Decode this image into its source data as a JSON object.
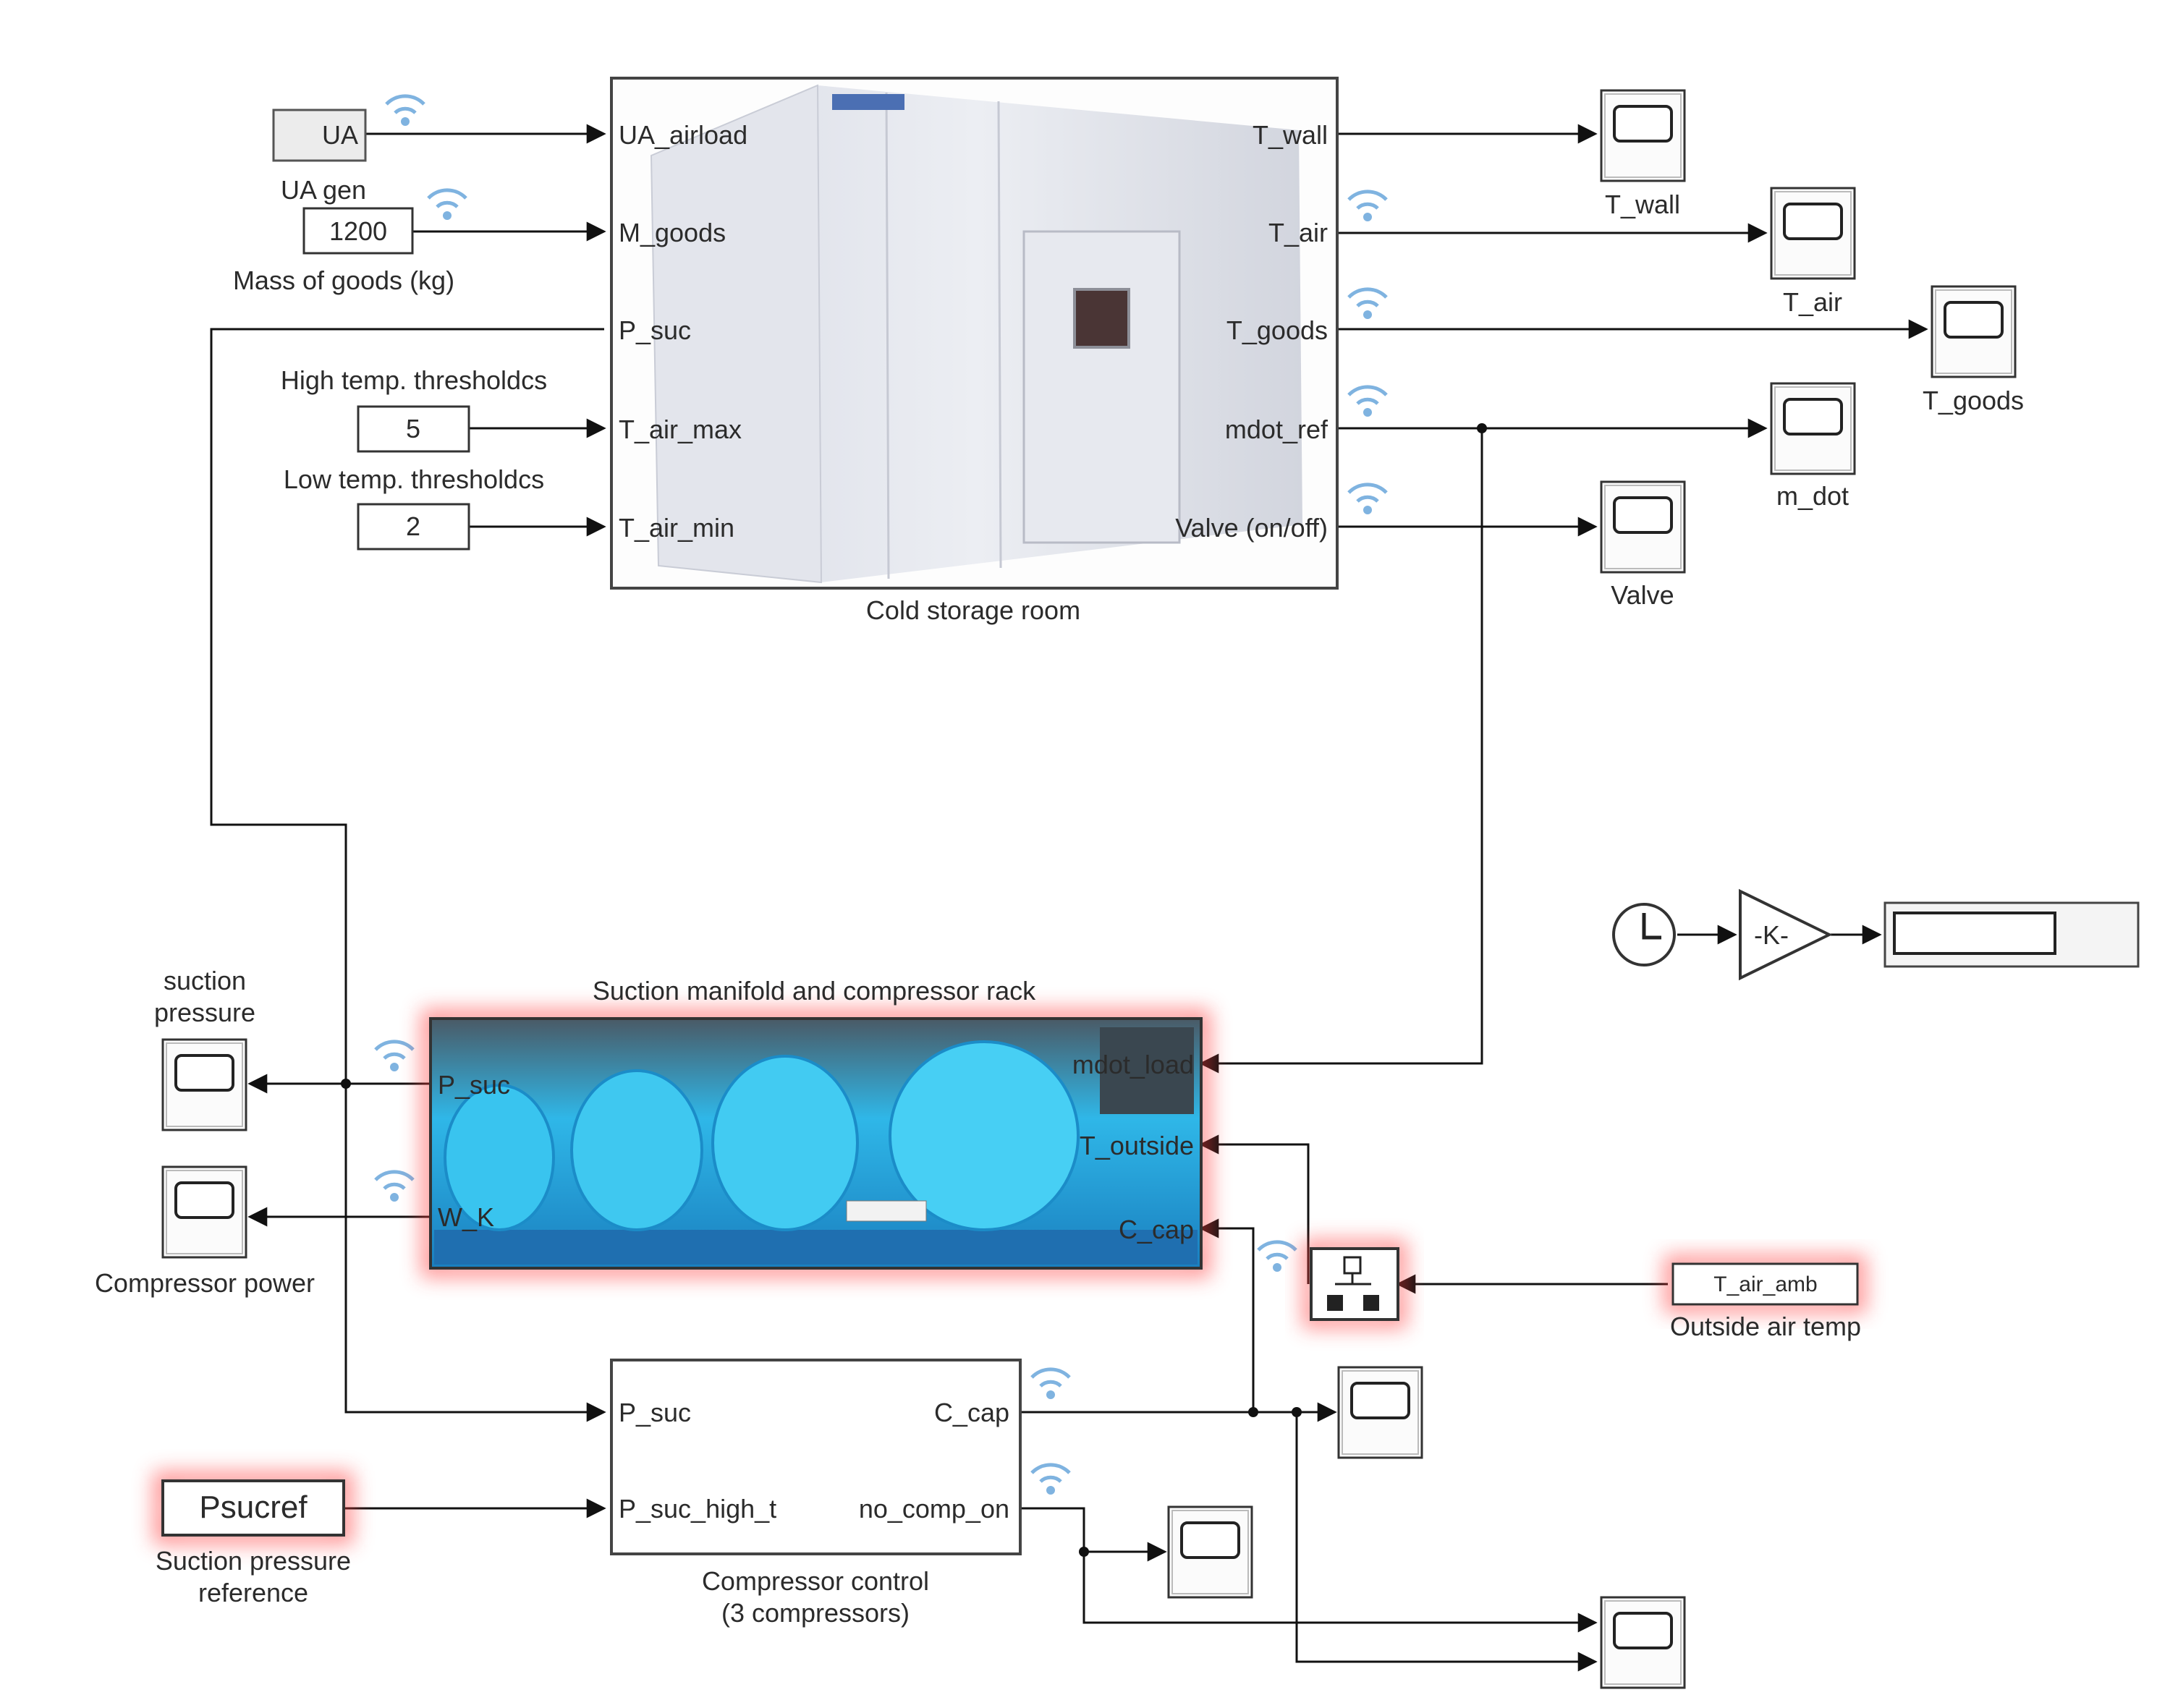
{
  "inputs": {
    "ua": {
      "value": "UA",
      "caption": "UA gen"
    },
    "mass": {
      "value": "1200",
      "caption": "Mass of goods (kg)"
    },
    "high_thr": {
      "value": "5",
      "caption": "High temp. thresholdcs"
    },
    "low_thr": {
      "value": "2",
      "caption": "Low temp. thresholdcs"
    },
    "psucref": {
      "value": "Psucref",
      "caption_line1": "Suction pressure",
      "caption_line2": "reference"
    },
    "t_air_amb": {
      "value": "T_air_amb",
      "caption": "Outside air temp"
    }
  },
  "cold_room": {
    "caption": "Cold storage room",
    "inputs": [
      "UA_airload",
      "M_goods",
      "P_suc",
      "T_air_max",
      "T_air_min"
    ],
    "outputs": [
      "T_wall",
      "T_air",
      "T_goods",
      "mdot_ref",
      "Valve (on/off)"
    ]
  },
  "rack": {
    "caption": "Suction manifold and compressor rack",
    "inputs": [
      "mdot_load",
      "T_outside",
      "C_cap"
    ],
    "outputs": [
      "P_suc",
      "W_K"
    ]
  },
  "control": {
    "caption_line1": "Compressor control",
    "caption_line2": "(3 compressors)",
    "inputs": [
      "P_suc",
      "P_suc_high_t"
    ],
    "outputs": [
      "C_cap",
      "no_comp_on"
    ]
  },
  "scopes": {
    "t_wall": "T_wall",
    "t_air": "T_air",
    "t_goods": "T_goods",
    "m_dot": "m_dot",
    "valve": "Valve",
    "suction_line1": "suction",
    "suction_line2": "pressure",
    "comp_power": "Compressor power"
  },
  "gain": {
    "label": "-K-"
  },
  "colors": {
    "highlight": "#ff3b3b",
    "signal_icon": "#7fb3e0",
    "rack_blue": "#2fb7e8"
  }
}
